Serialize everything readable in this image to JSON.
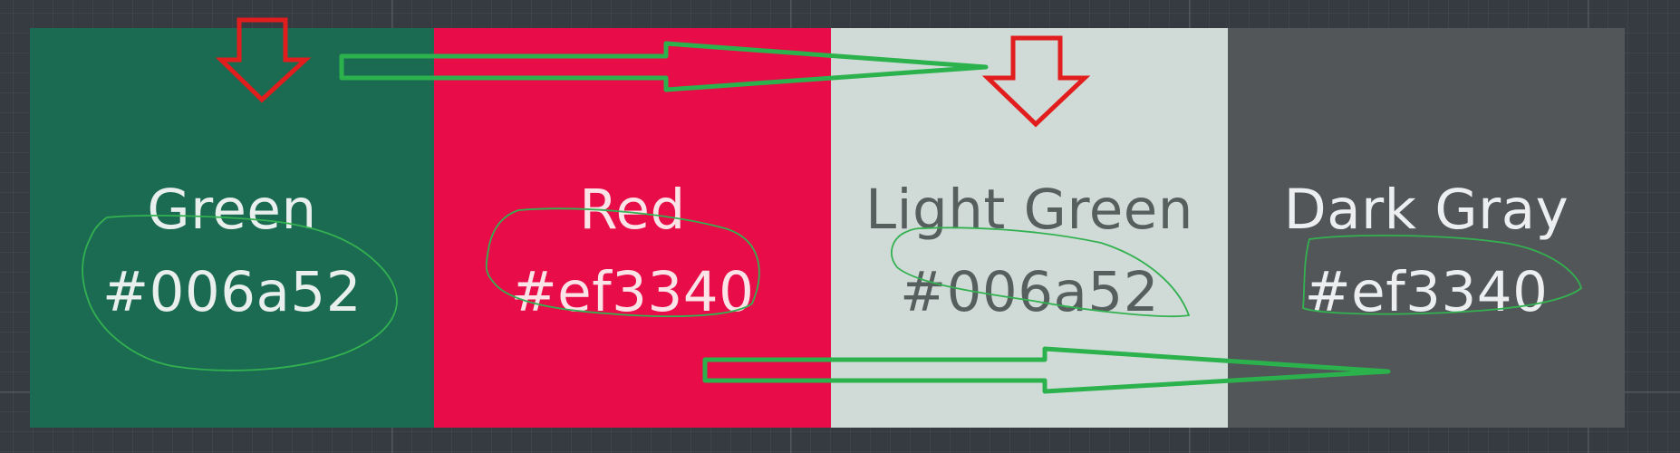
{
  "palette": {
    "swatches": [
      {
        "name": "Green",
        "hex": "#006a52",
        "bg": "#1b6b52",
        "fg": "#e9efec"
      },
      {
        "name": "Red",
        "hex": "#ef3340",
        "bg": "#e80c48",
        "fg": "#fbe3e8"
      },
      {
        "name": "Light Green",
        "hex": "#006a52",
        "bg": "#d0dbd8",
        "fg": "#575f5e"
      },
      {
        "name": "Dark Gray",
        "hex": "#ef3340",
        "bg": "#535659",
        "fg": "#eceeef"
      }
    ]
  },
  "annotations": {
    "arrow_color_red": "#e11d1d",
    "arrow_color_green": "#2bb24c",
    "circle_color": "#33b150",
    "items": [
      "red-down-arrow",
      "red-down-arrow",
      "green-right-arrow",
      "green-right-arrow",
      "green-circle-scribble",
      "green-circle-scribble",
      "green-circle-scribble",
      "green-circle-scribble"
    ]
  }
}
